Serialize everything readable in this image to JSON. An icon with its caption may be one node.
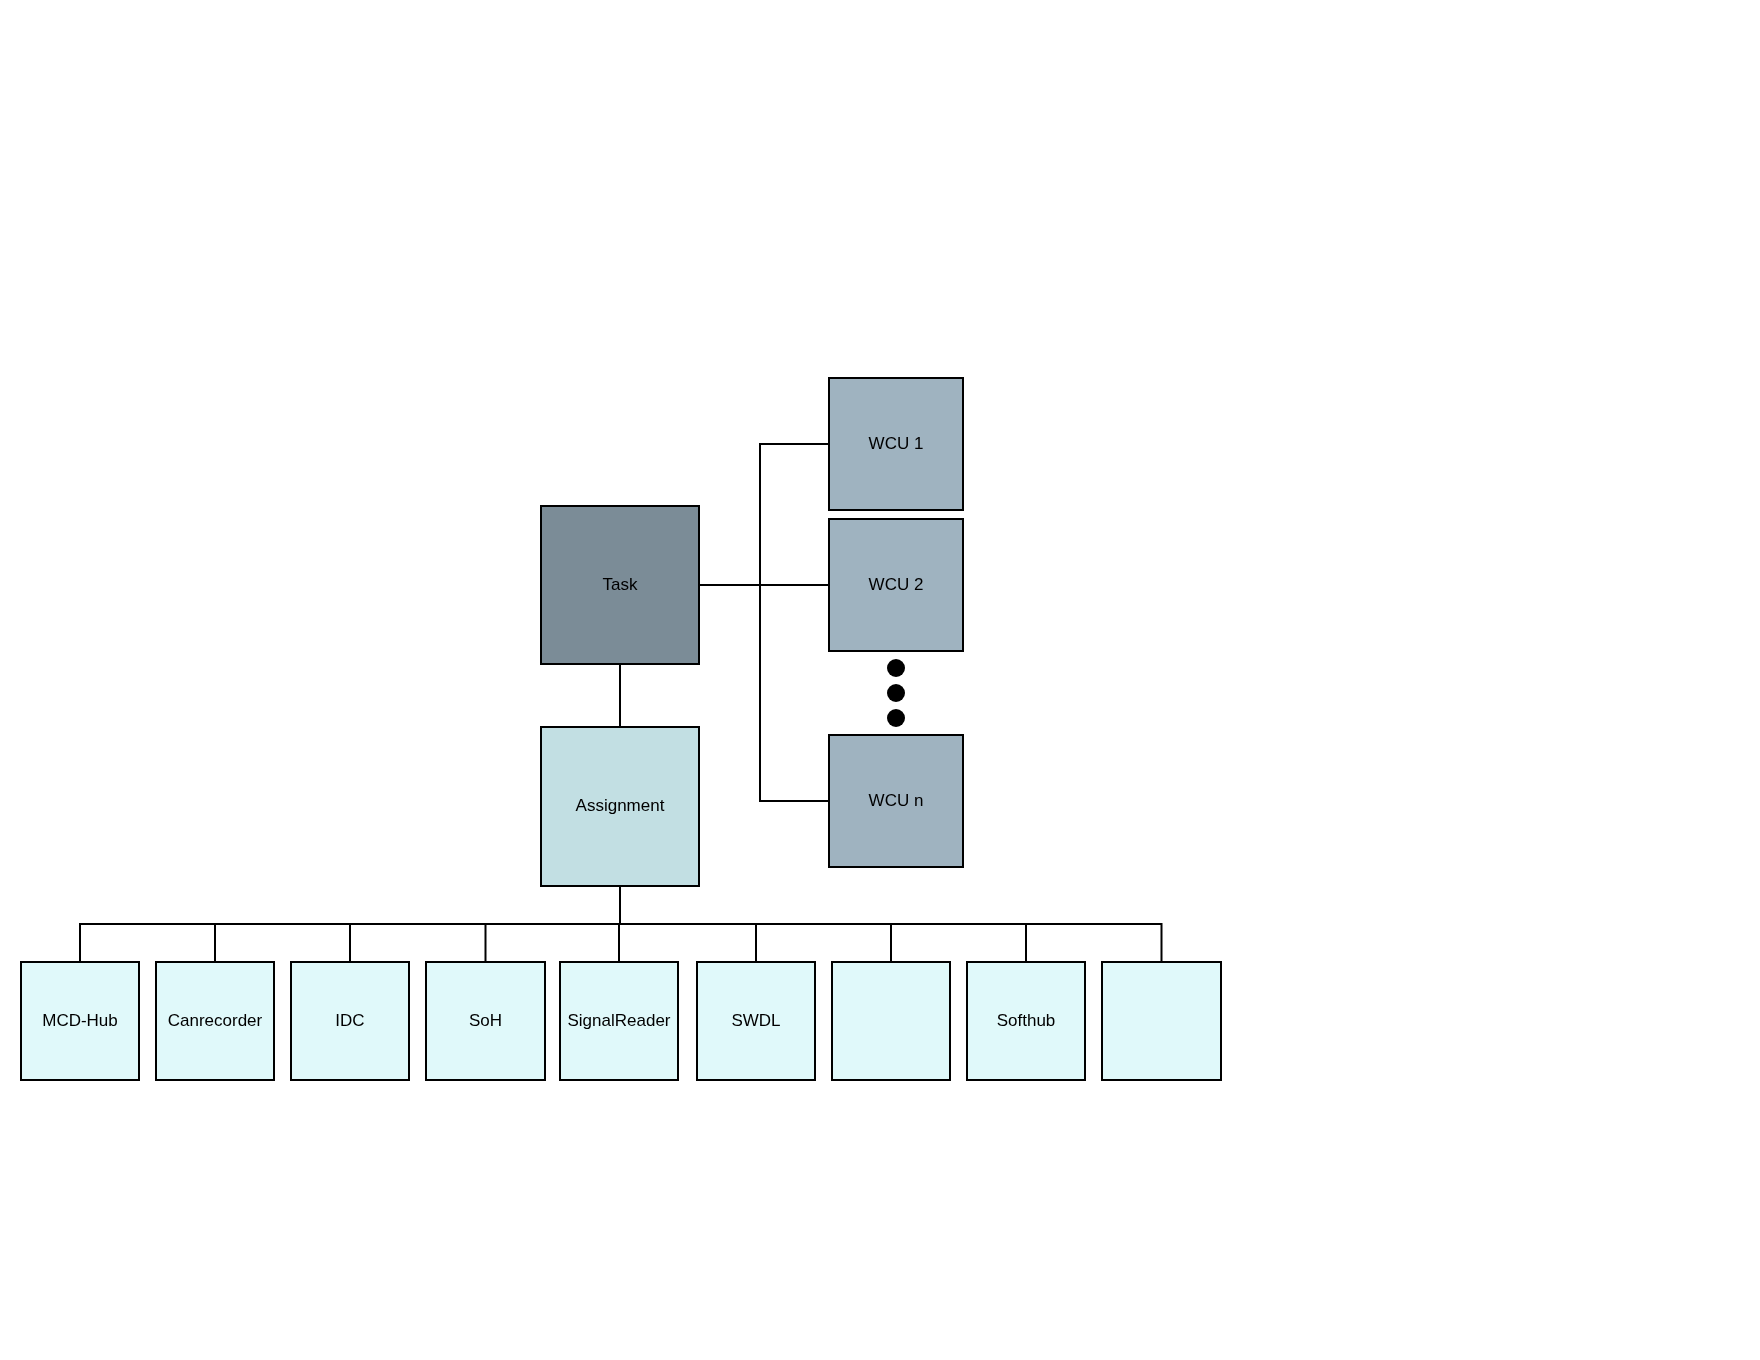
{
  "diagram": {
    "nodes": [
      {
        "text": [
          "Task"
        ]
      },
      {
        "text": [
          "WCU 1"
        ]
      },
      {
        "text": [
          "WCU 2"
        ]
      },
      {
        "text": [
          "WCU n"
        ]
      },
      {
        "text": [
          "Assignment"
        ]
      },
      {
        "text": [
          "MCD-Hub"
        ]
      },
      {
        "text": [
          "Canrecorder"
        ]
      },
      {
        "text": [
          "IDC"
        ]
      },
      {
        "text": [
          "SoH"
        ]
      },
      {
        "text": [
          "SignalReader"
        ]
      },
      {
        "text": [
          "SWDL"
        ]
      },
      {
        "text": [],
        "shape": "box"
      },
      {
        "text": [
          "Softhub"
        ]
      },
      {
        "text": [],
        "shape": "box"
      }
    ],
    "edges": [
      {
        "from": 0,
        "to": 4,
        "arrow": "none"
      },
      {
        "from": 0,
        "to": 1,
        "arrow": "none"
      },
      {
        "from": 0,
        "to": 2,
        "arrow": "none"
      },
      {
        "from": 0,
        "to": 3,
        "arrow": "none"
      },
      {
        "from": 4,
        "to": 5,
        "arrow": "none"
      },
      {
        "from": 4,
        "to": 6,
        "arrow": "none"
      },
      {
        "from": 4,
        "to": 7,
        "arrow": "none"
      },
      {
        "from": 4,
        "to": 8,
        "arrow": "none"
      },
      {
        "from": 4,
        "to": 9,
        "arrow": "none"
      },
      {
        "from": 4,
        "to": 10,
        "arrow": "none"
      },
      {
        "from": 4,
        "to": 11,
        "arrow": "none"
      },
      {
        "from": 4,
        "to": 12,
        "arrow": "none"
      },
      {
        "from": 4,
        "to": 13,
        "arrow": "none"
      }
    ]
  }
}
